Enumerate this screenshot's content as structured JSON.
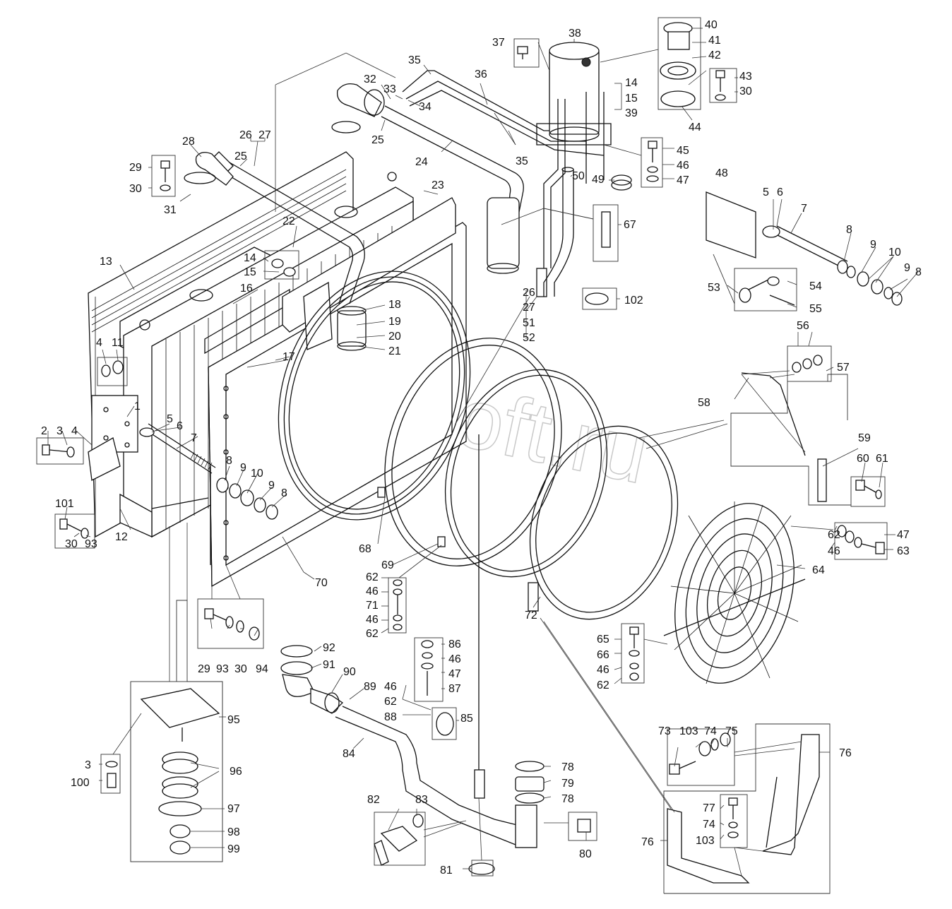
{
  "watermark": "AutoSoft.ru",
  "labels": [
    {
      "id": "40",
      "text": "40"
    },
    {
      "id": "41",
      "text": "41"
    },
    {
      "id": "42",
      "text": "42"
    },
    {
      "id": "43",
      "text": "43"
    },
    {
      "id": "30a",
      "text": "30"
    },
    {
      "id": "44",
      "text": "44"
    },
    {
      "id": "38",
      "text": "38"
    },
    {
      "id": "37",
      "text": "37"
    },
    {
      "id": "35a",
      "text": "35"
    },
    {
      "id": "36",
      "text": "36"
    },
    {
      "id": "32",
      "text": "32"
    },
    {
      "id": "33",
      "text": "33"
    },
    {
      "id": "34",
      "text": "34"
    },
    {
      "id": "14a",
      "text": "14"
    },
    {
      "id": "15a",
      "text": "15"
    },
    {
      "id": "39",
      "text": "39"
    },
    {
      "id": "26a",
      "text": "26"
    },
    {
      "id": "27a",
      "text": "27"
    },
    {
      "id": "25a",
      "text": "25"
    },
    {
      "id": "25b",
      "text": "25"
    },
    {
      "id": "35b",
      "text": "35"
    },
    {
      "id": "24",
      "text": "24"
    },
    {
      "id": "45",
      "text": "45"
    },
    {
      "id": "46a",
      "text": "46"
    },
    {
      "id": "47a",
      "text": "47"
    },
    {
      "id": "28",
      "text": "28"
    },
    {
      "id": "29a",
      "text": "29"
    },
    {
      "id": "30b",
      "text": "30"
    },
    {
      "id": "31",
      "text": "31"
    },
    {
      "id": "49",
      "text": "49"
    },
    {
      "id": "50",
      "text": "50"
    },
    {
      "id": "48",
      "text": "48"
    },
    {
      "id": "23",
      "text": "23"
    },
    {
      "id": "22",
      "text": "22"
    },
    {
      "id": "67",
      "text": "67"
    },
    {
      "id": "5a",
      "text": "5"
    },
    {
      "id": "6a",
      "text": "6"
    },
    {
      "id": "7a",
      "text": "7"
    },
    {
      "id": "8a",
      "text": "8"
    },
    {
      "id": "9a",
      "text": "9"
    },
    {
      "id": "10a",
      "text": "10"
    },
    {
      "id": "9b",
      "text": "9"
    },
    {
      "id": "8b",
      "text": "8"
    },
    {
      "id": "14b",
      "text": "14"
    },
    {
      "id": "15b",
      "text": "15"
    },
    {
      "id": "13",
      "text": "13"
    },
    {
      "id": "16",
      "text": "16"
    },
    {
      "id": "53",
      "text": "53"
    },
    {
      "id": "54",
      "text": "54"
    },
    {
      "id": "55",
      "text": "55"
    },
    {
      "id": "102",
      "text": "102"
    },
    {
      "id": "26b",
      "text": "26"
    },
    {
      "id": "27b",
      "text": "27"
    },
    {
      "id": "51",
      "text": "51"
    },
    {
      "id": "52",
      "text": "52"
    },
    {
      "id": "18",
      "text": "18"
    },
    {
      "id": "19",
      "text": "19"
    },
    {
      "id": "20",
      "text": "20"
    },
    {
      "id": "21",
      "text": "21"
    },
    {
      "id": "17",
      "text": "17"
    },
    {
      "id": "4a",
      "text": "4"
    },
    {
      "id": "11",
      "text": "11"
    },
    {
      "id": "56",
      "text": "56"
    },
    {
      "id": "57",
      "text": "57"
    },
    {
      "id": "58",
      "text": "58"
    },
    {
      "id": "1",
      "text": "1"
    },
    {
      "id": "5b",
      "text": "5"
    },
    {
      "id": "6b",
      "text": "6"
    },
    {
      "id": "7b",
      "text": "7"
    },
    {
      "id": "2",
      "text": "2"
    },
    {
      "id": "3a",
      "text": "3"
    },
    {
      "id": "4b",
      "text": "4"
    },
    {
      "id": "59",
      "text": "59"
    },
    {
      "id": "60",
      "text": "60"
    },
    {
      "id": "61",
      "text": "61"
    },
    {
      "id": "8c",
      "text": "8"
    },
    {
      "id": "9c",
      "text": "9"
    },
    {
      "id": "10b",
      "text": "10"
    },
    {
      "id": "9d",
      "text": "9"
    },
    {
      "id": "8d",
      "text": "8"
    },
    {
      "id": "101",
      "text": "101"
    },
    {
      "id": "12",
      "text": "12"
    },
    {
      "id": "30c",
      "text": "30"
    },
    {
      "id": "93a",
      "text": "93"
    },
    {
      "id": "62a",
      "text": "62"
    },
    {
      "id": "47b",
      "text": "47"
    },
    {
      "id": "46b",
      "text": "46"
    },
    {
      "id": "63",
      "text": "63"
    },
    {
      "id": "64",
      "text": "64"
    },
    {
      "id": "68",
      "text": "68"
    },
    {
      "id": "69",
      "text": "69"
    },
    {
      "id": "70",
      "text": "70"
    },
    {
      "id": "62b",
      "text": "62"
    },
    {
      "id": "46c",
      "text": "46"
    },
    {
      "id": "71",
      "text": "71"
    },
    {
      "id": "46d",
      "text": "46"
    },
    {
      "id": "62c",
      "text": "62"
    },
    {
      "id": "72",
      "text": "72"
    },
    {
      "id": "65",
      "text": "65"
    },
    {
      "id": "66",
      "text": "66"
    },
    {
      "id": "46e",
      "text": "46"
    },
    {
      "id": "62d",
      "text": "62"
    },
    {
      "id": "29b",
      "text": "29"
    },
    {
      "id": "93b",
      "text": "93"
    },
    {
      "id": "30d",
      "text": "30"
    },
    {
      "id": "94",
      "text": "94"
    },
    {
      "id": "92",
      "text": "92"
    },
    {
      "id": "91",
      "text": "91"
    },
    {
      "id": "90",
      "text": "90"
    },
    {
      "id": "89",
      "text": "89"
    },
    {
      "id": "86",
      "text": "86"
    },
    {
      "id": "46f",
      "text": "46"
    },
    {
      "id": "47c",
      "text": "47"
    },
    {
      "id": "87",
      "text": "87"
    },
    {
      "id": "46g",
      "text": "46"
    },
    {
      "id": "62e",
      "text": "62"
    },
    {
      "id": "88",
      "text": "88"
    },
    {
      "id": "85",
      "text": "85"
    },
    {
      "id": "95",
      "text": "95"
    },
    {
      "id": "96",
      "text": "96"
    },
    {
      "id": "97",
      "text": "97"
    },
    {
      "id": "98",
      "text": "98"
    },
    {
      "id": "99",
      "text": "99"
    },
    {
      "id": "3b",
      "text": "3"
    },
    {
      "id": "100",
      "text": "100"
    },
    {
      "id": "84",
      "text": "84"
    },
    {
      "id": "73",
      "text": "73"
    },
    {
      "id": "103a",
      "text": "103"
    },
    {
      "id": "74a",
      "text": "74"
    },
    {
      "id": "75",
      "text": "75"
    },
    {
      "id": "76a",
      "text": "76"
    },
    {
      "id": "78a",
      "text": "78"
    },
    {
      "id": "79",
      "text": "79"
    },
    {
      "id": "78b",
      "text": "78"
    },
    {
      "id": "82",
      "text": "82"
    },
    {
      "id": "83",
      "text": "83"
    },
    {
      "id": "80",
      "text": "80"
    },
    {
      "id": "81",
      "text": "81"
    },
    {
      "id": "77",
      "text": "77"
    },
    {
      "id": "74b",
      "text": "74"
    },
    {
      "id": "103b",
      "text": "103"
    },
    {
      "id": "76b",
      "text": "76"
    }
  ]
}
